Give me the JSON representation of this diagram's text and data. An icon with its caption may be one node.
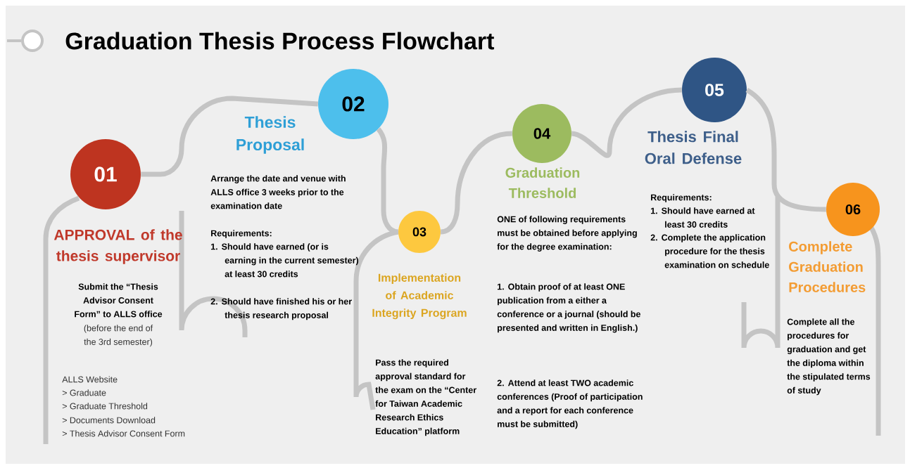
{
  "diagram": {
    "title": "Graduation Thesis Process Flowchart",
    "nodes": [
      {
        "text": [
          "01"
        ],
        "beside": [
          "APPROVAL of the thesis supervisor",
          "Submit the “Thesis Advisor Consent Form” to ALLS office",
          "(before the end of the 3rd semester)",
          "ALLS Website",
          "> Graduate",
          "> Graduate Threshold",
          "> Documents Download",
          "> Thesis Advisor Consent Form"
        ]
      },
      {
        "text": [
          "02"
        ],
        "beside": [
          "Thesis Proposal",
          "Arrange the date and venue with ALLS office 3 weeks prior to the examination date",
          "Requirements:",
          "1. Should have earned (or is earning in the current semester) at least 30 credits",
          "2. Should have finished his or her thesis research proposal"
        ]
      },
      {
        "text": [
          "03"
        ],
        "beside": [
          "Implementation of Academic Integrity Program"
        ]
      },
      {
        "text": [
          "04"
        ],
        "beside": [
          "Graduation Threshold",
          "ONE of following requirements must be obtained before applying for the degree examination:"
        ]
      },
      {
        "text": [
          "05"
        ],
        "beside": [
          "Thesis Final Oral Defense",
          "Requirements:",
          "1. Should have earned at least 30 credits",
          "2. Complete the application procedure for the thesis examination on schedule"
        ]
      },
      {
        "text": [
          "06"
        ],
        "beside": [
          "Complete Graduation Procedures"
        ]
      }
    ],
    "labels": [
      "Pass the required approval standard for the exam on the “Center for Taiwan Academic Research Ethics Education” platform",
      "1. Obtain proof of at least ONE publication from a either a conference or a journal (should be presented and written in English.)",
      "2. Attend at least TWO academic conferences (Proof of participation and a report for each conference must be submitted)",
      "Complete all the procedures for graduation and get the diploma within the stipulated terms of study"
    ],
    "edges": [
      {
        "from": 0,
        "to": 1,
        "arrow": "none"
      },
      {
        "from": 1,
        "to": 2,
        "arrow": "none"
      },
      {
        "from": 2,
        "to": 3,
        "arrow": "none"
      },
      {
        "from": 3,
        "to": 4,
        "arrow": "none"
      },
      {
        "from": 4,
        "to": 5,
        "arrow": "none"
      }
    ]
  }
}
